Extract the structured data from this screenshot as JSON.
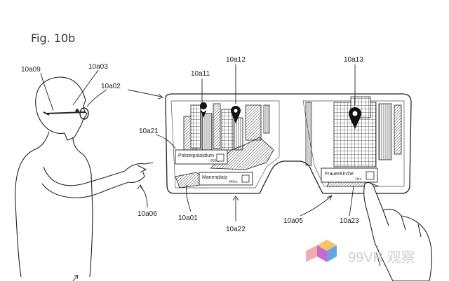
{
  "figure": {
    "title": "Fig. 10b"
  },
  "labels": {
    "a09": "10a09",
    "a03": "10a03",
    "a02": "10a02",
    "a21": "10a21",
    "a06": "10a06",
    "a01": "10a01",
    "a11": "10a11",
    "a12": "10a12",
    "a13": "10a13",
    "a22": "10a22",
    "a05": "10a05",
    "a23": "10a23"
  },
  "poi_tags": {
    "left_top": {
      "name": "Polizeipräsidium",
      "distance": "800m"
    },
    "left_bottom": {
      "name": "Marienplatz",
      "distance": "940m"
    },
    "right": {
      "name": "Frauenkirche",
      "distance": "1km"
    }
  },
  "watermark": {
    "text": "99VR 观察"
  }
}
